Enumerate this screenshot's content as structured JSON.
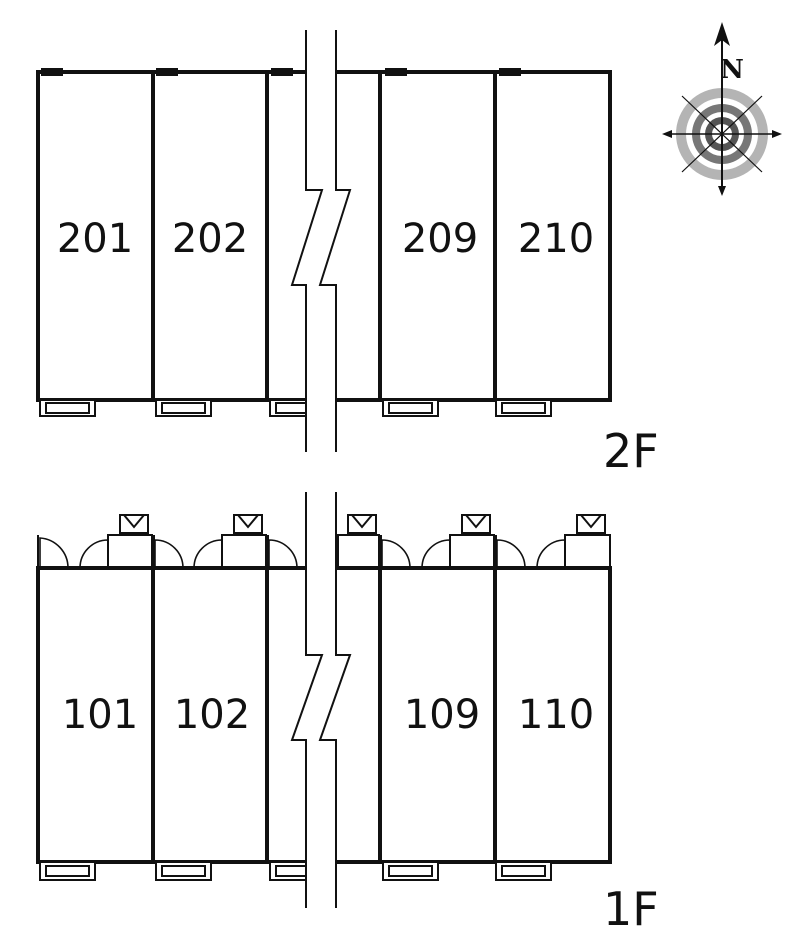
{
  "compass": {
    "north_label": "N",
    "icon": "compass-rose-icon"
  },
  "floors": [
    {
      "label": "2F",
      "units": [
        "201",
        "202",
        "209",
        "210"
      ]
    },
    {
      "label": "1F",
      "units": [
        "101",
        "102",
        "109",
        "110"
      ]
    }
  ]
}
